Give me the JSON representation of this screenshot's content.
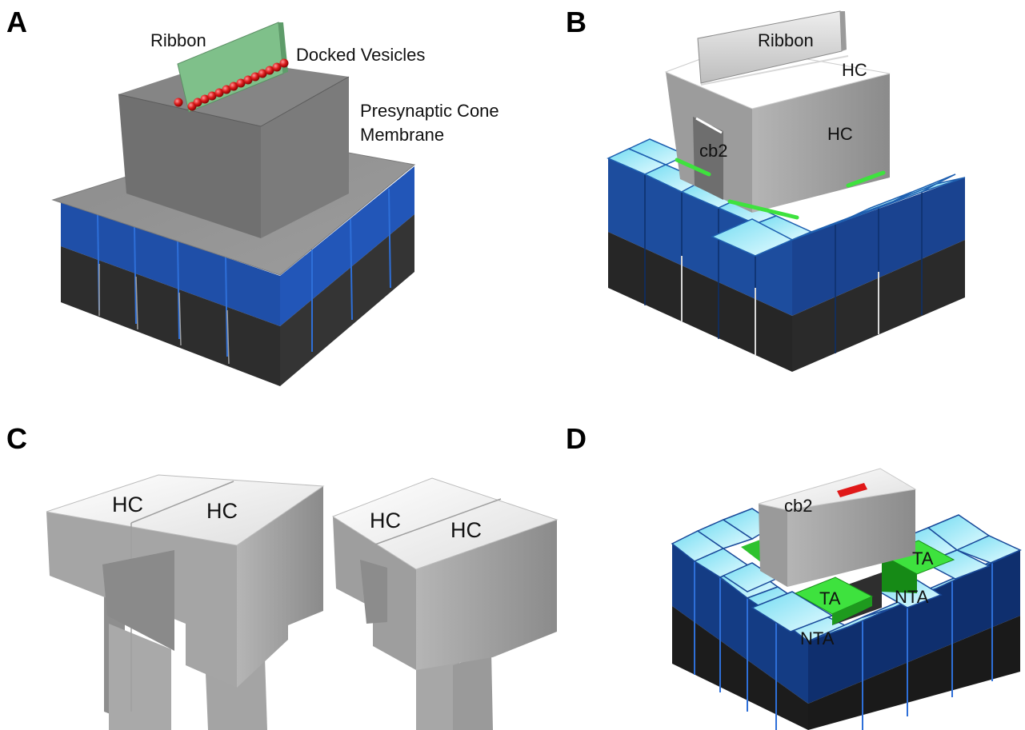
{
  "panels": {
    "a": {
      "letter": "A",
      "labels": {
        "ribbon": "Ribbon",
        "docked_vesicles": "Docked Vesicles",
        "membrane_line1": "Presynaptic Cone",
        "membrane_line2": "Membrane"
      }
    },
    "b": {
      "letter": "B",
      "labels": {
        "ribbon": "Ribbon",
        "hc_top": "HC",
        "hc_side": "HC",
        "cb2": "cb2"
      }
    },
    "c": {
      "letter": "C",
      "labels": {
        "left_hc_1": "HC",
        "left_hc_2": "HC",
        "right_hc_1": "HC",
        "right_hc_2": "HC"
      }
    },
    "d": {
      "letter": "D",
      "labels": {
        "cb2": "cb2",
        "ta_right": "TA",
        "ta_left": "TA",
        "nta_right": "NTA",
        "nta_left": "NTA"
      }
    }
  },
  "colors": {
    "ribbon_a": "#7fc08a",
    "vesicle": "#d81e1e",
    "cone_blue": "#1f4fa8",
    "cone_dark": "#2e2e2e",
    "cone_cap_light": "#a9f3ff",
    "contact_green": "#3ee23e",
    "cb2_marker": "#e01818",
    "horizontal_cell_gray": "#9a9a9a"
  }
}
